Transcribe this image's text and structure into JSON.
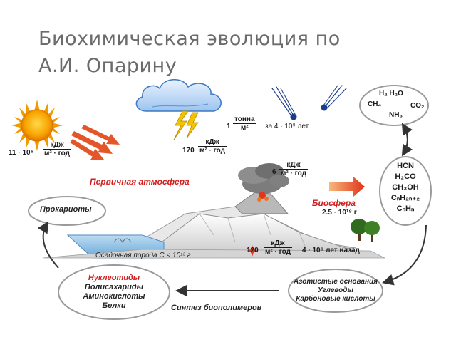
{
  "title": {
    "line1": "Биохимическая эволюция по",
    "line2": "А.И. Опарину"
  },
  "energy": {
    "sun": {
      "coef": "11 · 10⁶",
      "num": "кДж",
      "den": "м² · год"
    },
    "lightning": {
      "coef": "170",
      "num": "кДж",
      "den": "м² · год"
    },
    "meteorites": {
      "coef": "1",
      "num": "тонна",
      "den": "м²",
      "period": "за 4 · 10⁹ лет"
    },
    "volcano": {
      "coef": "6",
      "num": "кДж",
      "den": "м² · год"
    },
    "radioactive": {
      "coef": "120",
      "num": "кДж",
      "den": "м² · год",
      "period": "4 · 10⁹ лет назад"
    }
  },
  "labels": {
    "primary_atmosphere": "Первичная атмосфера",
    "biosphere": "Биосфера",
    "biosphere_mass": "2.5 · 10¹⁸ г",
    "sediment": "Осадочная порода С < 10¹³ г",
    "synthesis": "Синтез биополимеров"
  },
  "molecules_top": [
    "H₂ H₂O",
    "CH₄",
    "CO₂",
    "NH₃"
  ],
  "molecules_right": [
    "HCN",
    "H₂CO",
    "CH₃OH",
    "CₙH₂ₙ₊₂",
    "CₙHₙ"
  ],
  "nodes": {
    "prokaryotes": "Прокариоты",
    "biopolymers": [
      "Нуклеотиды",
      "Полисахариды",
      "Аминокислоты",
      "Белки"
    ],
    "monomers": [
      "Азотистые основания",
      "Углеводы",
      "Карбоновые кислоты"
    ]
  },
  "colors": {
    "title": "#6b6b6b",
    "red_label": "#d11f1f",
    "node_border": "#9a9a9a",
    "sun": "#f5a300",
    "arrow": "#e4552a"
  }
}
